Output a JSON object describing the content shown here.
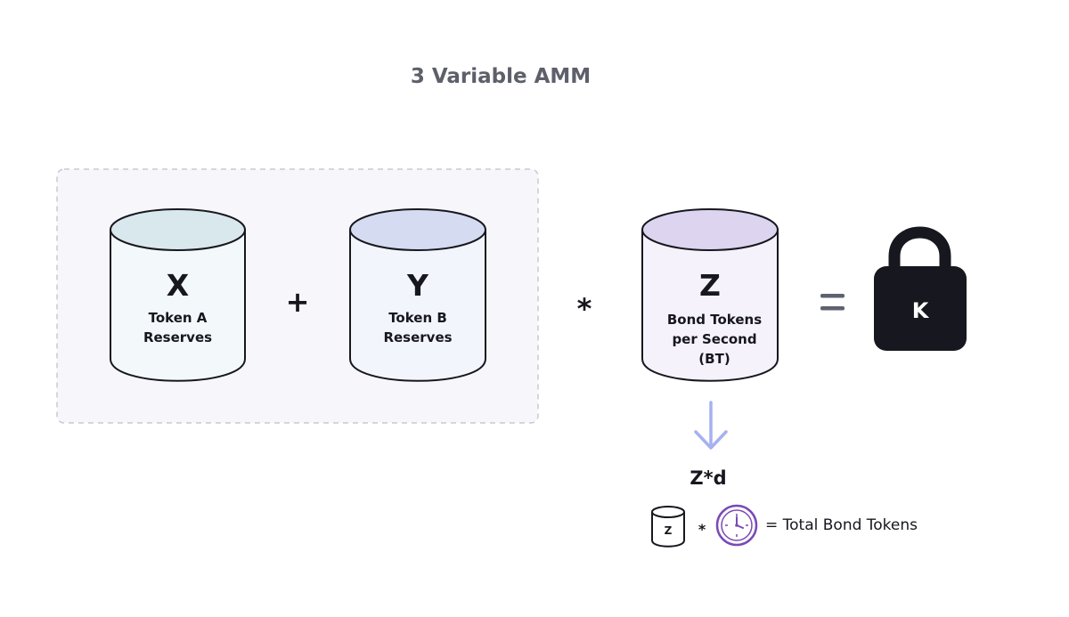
{
  "title": "3 Variable AMM",
  "cylinders": [
    {
      "id": "x",
      "letter": "X",
      "lines": [
        "Token A",
        "Reserves"
      ],
      "top_color": "#d9e8ec",
      "body_color": "#f3f9fb"
    },
    {
      "id": "y",
      "letter": "Y",
      "lines": [
        "Token B",
        "Reserves"
      ],
      "top_color": "#d5dbf0",
      "body_color": "#f3f5fc"
    },
    {
      "id": "z",
      "letter": "Z",
      "lines": [
        "Bond Tokens",
        "per Second",
        "(BT)"
      ],
      "top_color": "#ddd4ef",
      "body_color": "#f6f2fc"
    }
  ],
  "operators": {
    "plus": "+",
    "multiply": "*",
    "equals": "="
  },
  "lock": {
    "label": "K",
    "color": "#17171f"
  },
  "derivation": {
    "result": "Z*d",
    "mini_cylinder_label": "Z",
    "multiply": "*",
    "equation_text": "= Total Bond Tokens",
    "arrow_color": "#a6b1ef",
    "clock_color": "#7b49b5"
  },
  "group_box": {
    "style": "dashed",
    "fill": "#f7f7fb",
    "stroke": "#c9cad2"
  },
  "colors": {
    "title": "#5d606a",
    "ink": "#17171f",
    "operator_gray": "#5f6170"
  }
}
